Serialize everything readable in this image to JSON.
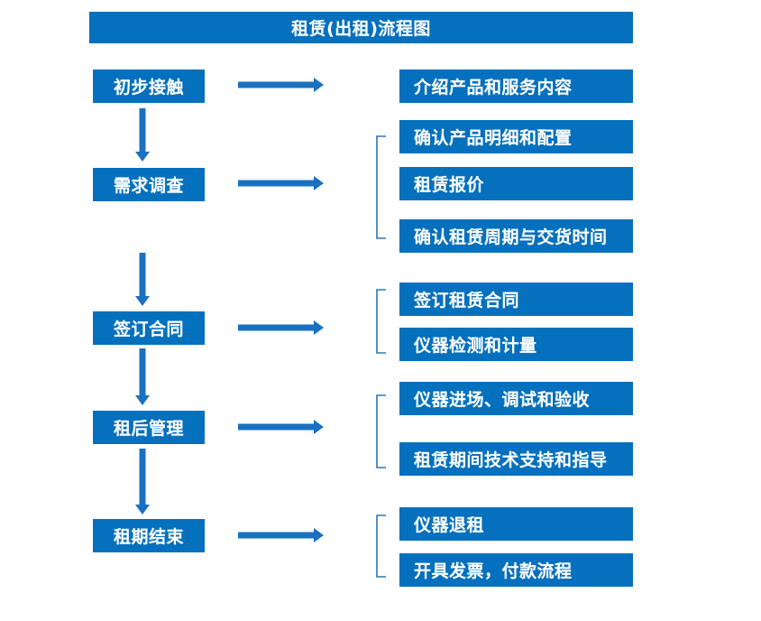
{
  "theme": {
    "accent": "#0570BD",
    "arrow": "#1A71C0",
    "bracket": "#2E75B6",
    "text_on_accent": "#FFFFFF",
    "background": "#FFFFFF"
  },
  "title": {
    "label": "租赁(出租)流程图"
  },
  "stages": [
    {
      "label": "初步接触"
    },
    {
      "label": "需求调查"
    },
    {
      "label": "签订合同"
    },
    {
      "label": "租后管理"
    },
    {
      "label": "租期结束"
    }
  ],
  "details": [
    {
      "label": "介绍产品和服务内容"
    },
    {
      "label": "确认产品明细和配置"
    },
    {
      "label": "租赁报价"
    },
    {
      "label": "确认租赁周期与交货时间"
    },
    {
      "label": "签订租赁合同"
    },
    {
      "label": "仪器检测和计量"
    },
    {
      "label": "仪器进场、调试和验收"
    },
    {
      "label": "租赁期间技术支持和指导"
    },
    {
      "label": "仪器退租"
    },
    {
      "label": "开具发票，付款流程"
    }
  ],
  "connectors": {
    "stage_arrows": [
      "arrow-right-icon",
      "arrow-right-icon",
      "arrow-right-icon",
      "arrow-right-icon",
      "arrow-right-icon"
    ],
    "flow_arrows": [
      "arrow-down-icon",
      "arrow-down-icon",
      "arrow-down-icon",
      "arrow-down-icon"
    ],
    "brackets": [
      "group-bracket-icon",
      "group-bracket-icon",
      "group-bracket-icon",
      "group-bracket-icon"
    ]
  }
}
